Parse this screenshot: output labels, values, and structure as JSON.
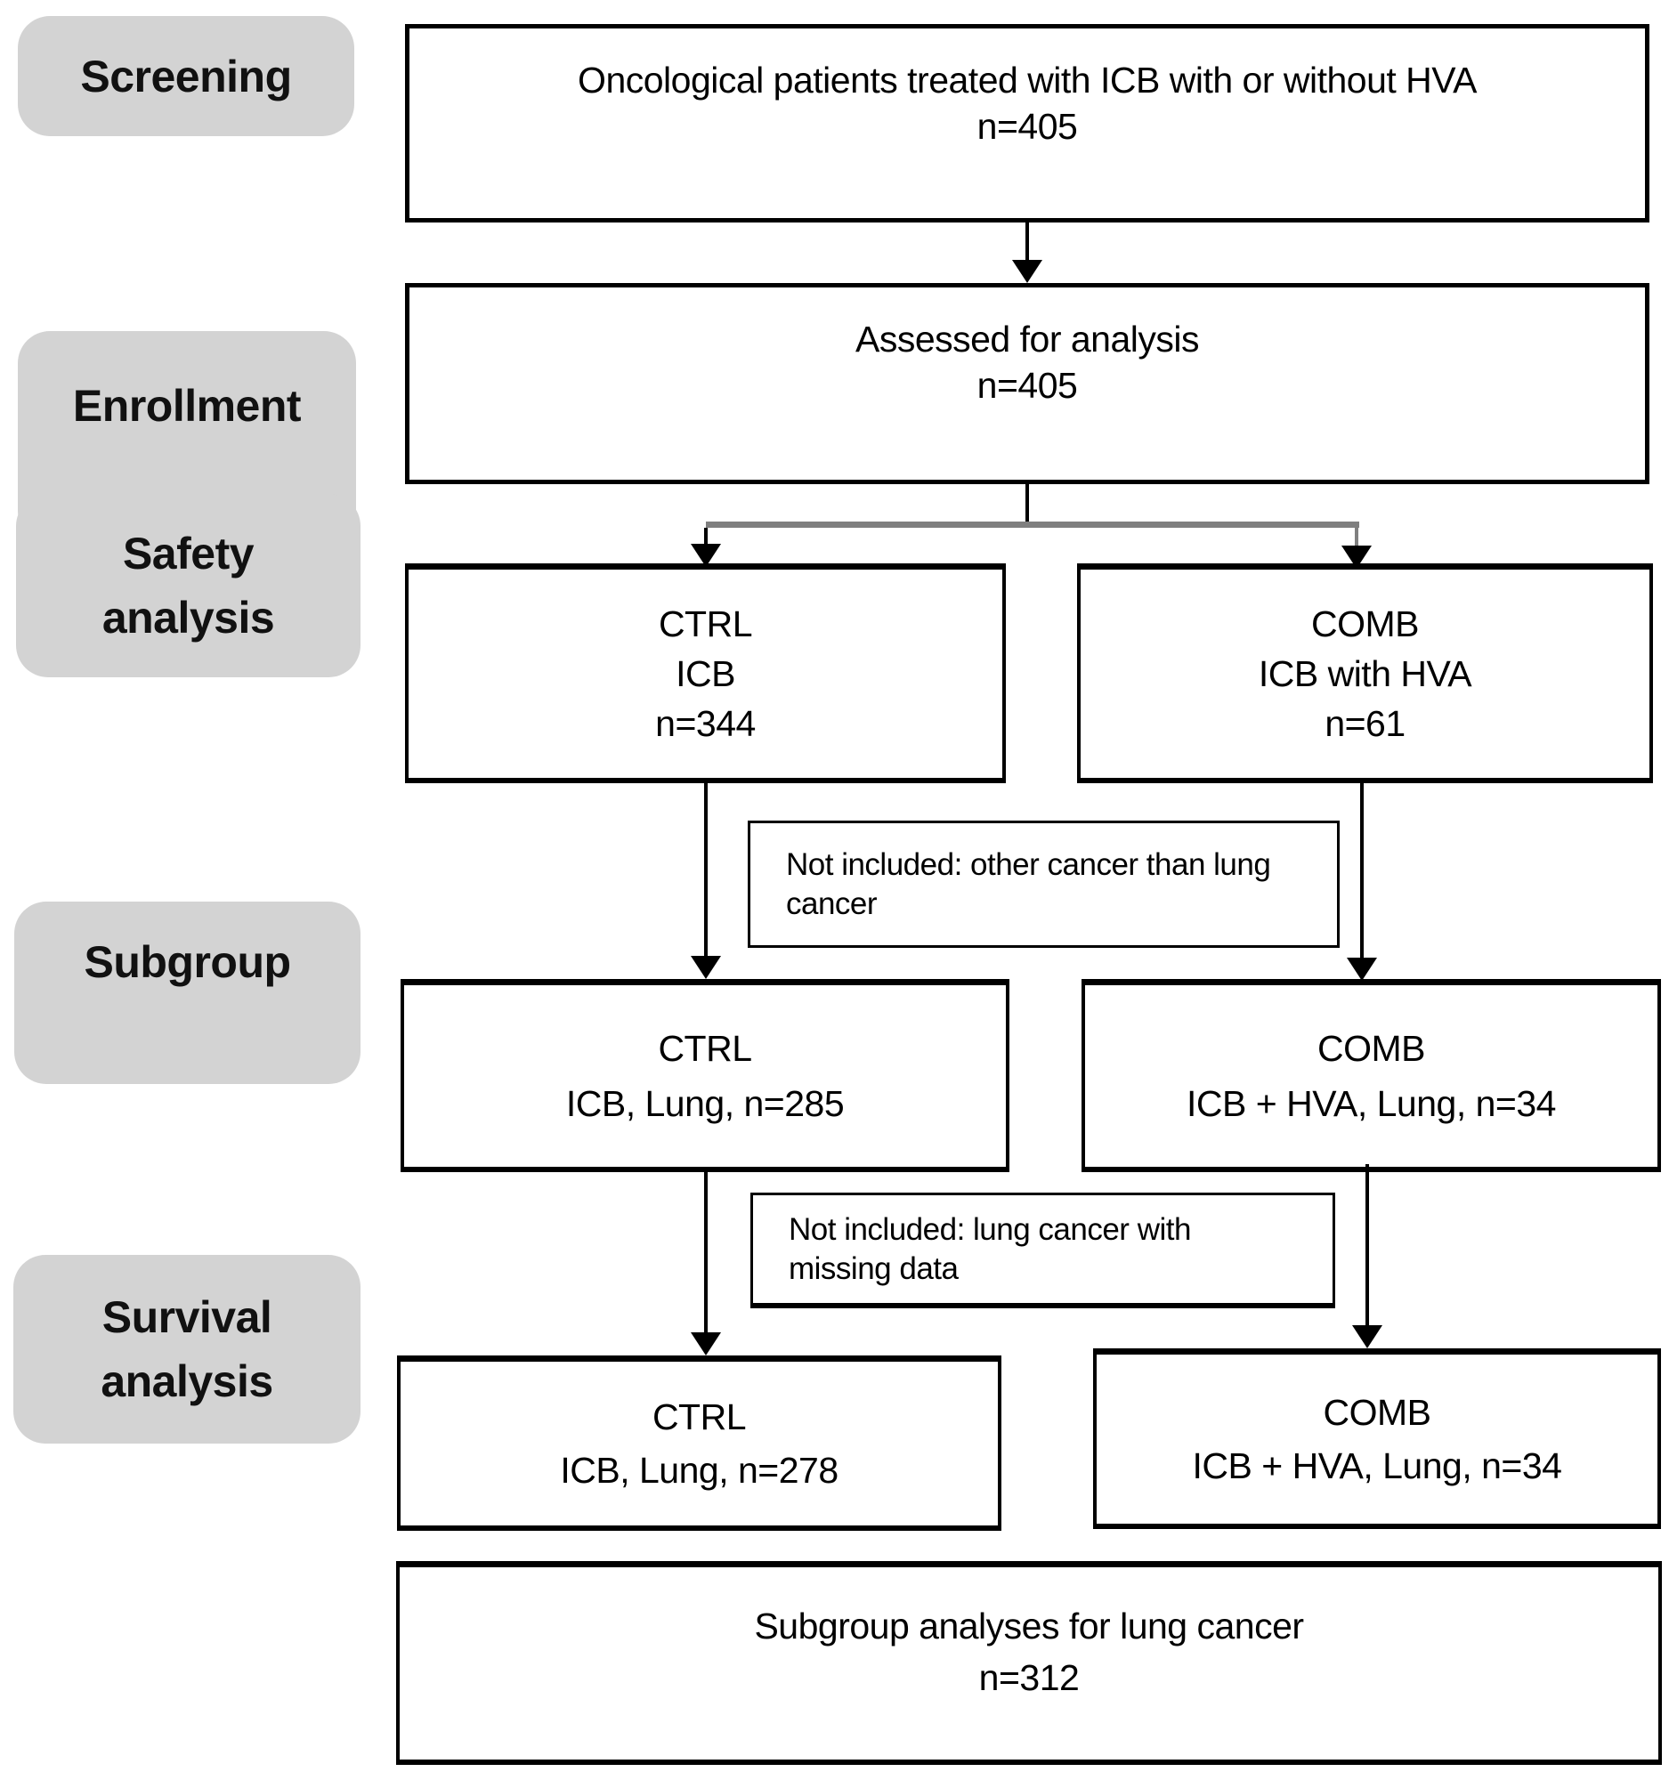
{
  "stages": {
    "screening": {
      "label": "Screening"
    },
    "enrollment": {
      "label": "Enrollment"
    },
    "safety": {
      "line1": "Safety",
      "line2": "analysis"
    },
    "subgroup": {
      "label": "Subgroup"
    },
    "survival": {
      "line1": "Survival",
      "line2": "analysis"
    }
  },
  "boxes": {
    "screening_pool": {
      "line1": "Oncological patients treated with ICB with or without HVA",
      "line2": "n=405"
    },
    "assessed": {
      "line1": "Assessed for analysis",
      "line2": "n=405"
    },
    "safety_ctrl": {
      "line1": "CTRL",
      "line2": "ICB",
      "line3": "n=344"
    },
    "safety_comb": {
      "line1": "COMB",
      "line2": "ICB with HVA",
      "line3": "n=61"
    },
    "excl_other_cancer": {
      "line1": "Not included: other cancer than lung",
      "line2": "cancer"
    },
    "subgroup_ctrl": {
      "line1": "CTRL",
      "line2": "ICB, Lung, n=285"
    },
    "subgroup_comb": {
      "line1": "COMB",
      "line2": "ICB + HVA, Lung, n=34"
    },
    "excl_missing_data": {
      "line1": "Not included: lung cancer with",
      "line2": "missing data"
    },
    "survival_ctrl": {
      "line1": "CTRL",
      "line2": "ICB, Lung, n=278"
    },
    "survival_comb": {
      "line1": "COMB",
      "line2": "ICB + HVA, Lung, n=34"
    },
    "final": {
      "line1": "Subgroup analyses for lung cancer",
      "line2": "n=312"
    }
  },
  "colors": {
    "stage_bg": "#d3d3d3",
    "stage_text": "#111111",
    "box_bg": "#ffffff",
    "box_border": "#000000",
    "text": "#000000",
    "connector": "#000000",
    "connector_gray": "#7f7f7f"
  }
}
